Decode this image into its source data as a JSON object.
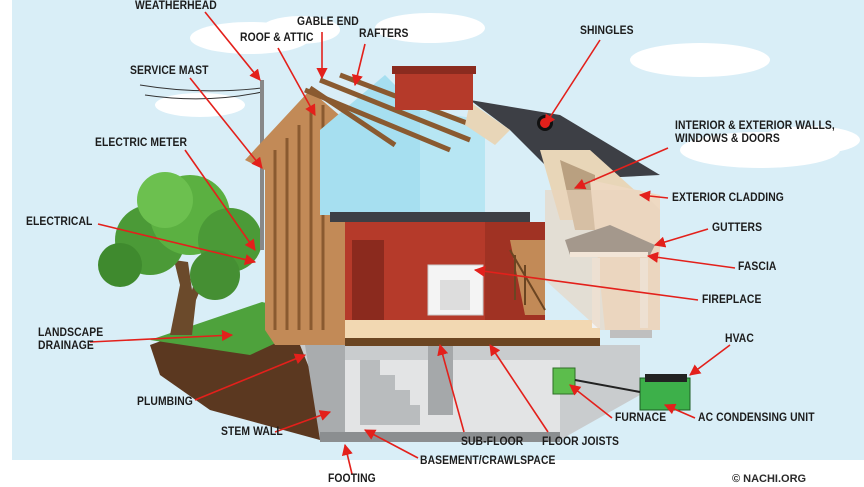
{
  "labels": {
    "weatherhead": "WEATHERHEAD",
    "gable_end": "GABLE END",
    "roof_attic": "ROOF & ATTIC",
    "rafters": "RAFTERS",
    "shingles": "SHINGLES",
    "service_mast": "SERVICE MAST",
    "walls_windows_doors_line1": "INTERIOR & EXTERIOR WALLS,",
    "walls_windows_doors_line2": "WINDOWS & DOORS",
    "electric_meter": "ELECTRIC METER",
    "exterior_cladding": "EXTERIOR CLADDING",
    "electrical": "ELECTRICAL",
    "gutters": "GUTTERS",
    "fascia": "FASCIA",
    "fireplace": "FIREPLACE",
    "landscape_drainage_line1": "LANDSCAPE",
    "landscape_drainage_line2": "DRAINAGE",
    "hvac": "HVAC",
    "plumbing": "PLUMBING",
    "furnace": "FURNACE",
    "ac_condensing_unit": "AC CONDENSING UNIT",
    "stem_wall": "STEM WALL",
    "sub_floor": "SUB-FLOOR",
    "floor_joists": "FLOOR JOISTS",
    "basement_crawlspace": "BASEMENT/CRAWLSPACE",
    "footing": "FOOTING"
  },
  "copyright": "© NACHI.ORG",
  "colors": {
    "sky": "#d9eef7",
    "arrow": "#e3201b",
    "brick": "#b53a2a",
    "wood": "#c28a57",
    "roof": "#3d3f45",
    "grass": "#4ea23c",
    "ac_unit": "#3db04a"
  }
}
